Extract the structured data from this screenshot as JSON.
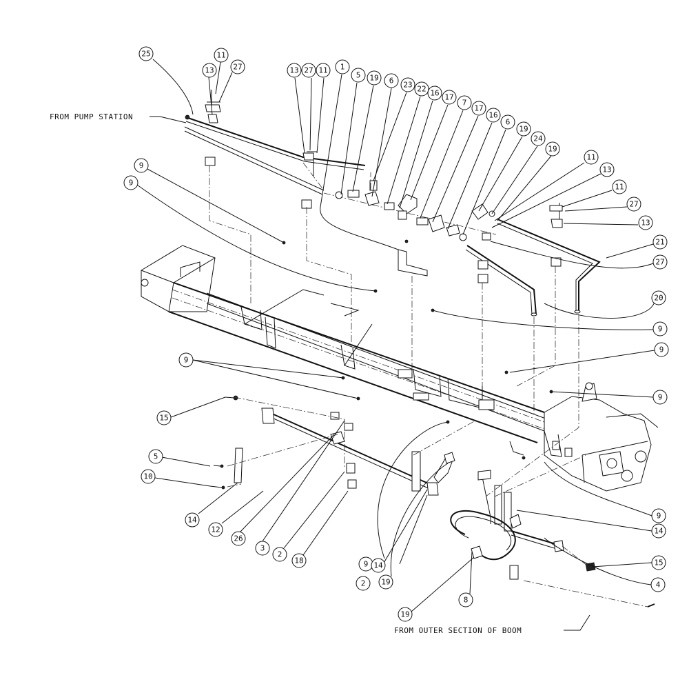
{
  "notes": {
    "pump_station": "FROM PUMP STATION",
    "outer_section": "FROM OUTER SECTION OF BOOM"
  },
  "callouts": [
    {
      "id": "c-11-a",
      "label": "11"
    },
    {
      "id": "c-25",
      "label": "25"
    },
    {
      "id": "c-27-a",
      "label": "27"
    },
    {
      "id": "c-13-a",
      "label": "13"
    },
    {
      "id": "c-13-b",
      "label": "13"
    },
    {
      "id": "c-27-b",
      "label": "27"
    },
    {
      "id": "c-11-b",
      "label": "11"
    },
    {
      "id": "c-1",
      "label": "1"
    },
    {
      "id": "c-5-a",
      "label": "5"
    },
    {
      "id": "c-19-a",
      "label": "19"
    },
    {
      "id": "c-6-a",
      "label": "6"
    },
    {
      "id": "c-23",
      "label": "23"
    },
    {
      "id": "c-22",
      "label": "22"
    },
    {
      "id": "c-16-a",
      "label": "16"
    },
    {
      "id": "c-17-a",
      "label": "17"
    },
    {
      "id": "c-7",
      "label": "7"
    },
    {
      "id": "c-17-b",
      "label": "17"
    },
    {
      "id": "c-16-b",
      "label": "16"
    },
    {
      "id": "c-6-b",
      "label": "6"
    },
    {
      "id": "c-19-b",
      "label": "19"
    },
    {
      "id": "c-24",
      "label": "24"
    },
    {
      "id": "c-19-c",
      "label": "19"
    },
    {
      "id": "c-11-c",
      "label": "11"
    },
    {
      "id": "c-13-c",
      "label": "13"
    },
    {
      "id": "c-11-d",
      "label": "11"
    },
    {
      "id": "c-27-c",
      "label": "27"
    },
    {
      "id": "c-13-d",
      "label": "13"
    },
    {
      "id": "c-21",
      "label": "21"
    },
    {
      "id": "c-27-d",
      "label": "27"
    },
    {
      "id": "c-20",
      "label": "20"
    },
    {
      "id": "c-9-a",
      "label": "9"
    },
    {
      "id": "c-9-b",
      "label": "9"
    },
    {
      "id": "c-9-c",
      "label": "9"
    },
    {
      "id": "c-9-d",
      "label": "9"
    },
    {
      "id": "c-9-e",
      "label": "9"
    },
    {
      "id": "c-9-f",
      "label": "9"
    },
    {
      "id": "c-9-g",
      "label": "9"
    },
    {
      "id": "c-15-a",
      "label": "15"
    },
    {
      "id": "c-5-b",
      "label": "5"
    },
    {
      "id": "c-10",
      "label": "10"
    },
    {
      "id": "c-14-a",
      "label": "14"
    },
    {
      "id": "c-12",
      "label": "12"
    },
    {
      "id": "c-26",
      "label": "26"
    },
    {
      "id": "c-3",
      "label": "3"
    },
    {
      "id": "c-2-a",
      "label": "2"
    },
    {
      "id": "c-18",
      "label": "18"
    },
    {
      "id": "c-9-h",
      "label": "9"
    },
    {
      "id": "c-14-b",
      "label": "14"
    },
    {
      "id": "c-2-b",
      "label": "2"
    },
    {
      "id": "c-19-d",
      "label": "19"
    },
    {
      "id": "c-14-c",
      "label": "14"
    },
    {
      "id": "c-15-b",
      "label": "15"
    },
    {
      "id": "c-4",
      "label": "4"
    },
    {
      "id": "c-8",
      "label": "8"
    },
    {
      "id": "c-19-e",
      "label": "19"
    }
  ]
}
